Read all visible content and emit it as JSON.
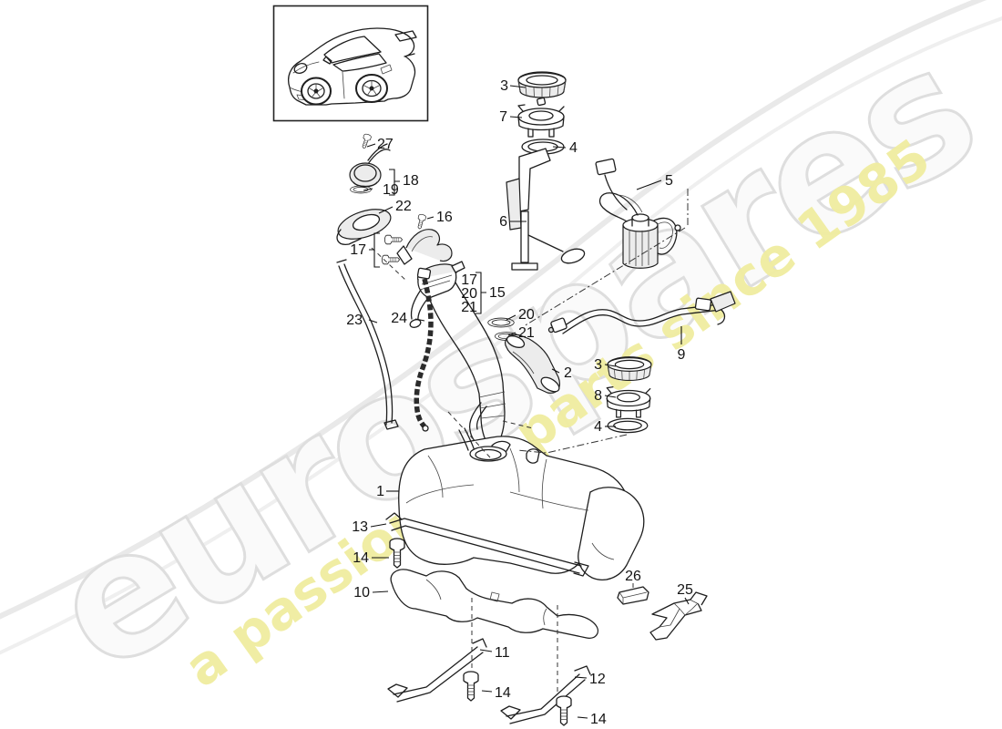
{
  "watermark": {
    "brand": "eurospares",
    "tagline": "a passion for parts since 1985",
    "brand_fill": "#fafafa",
    "brand_outline": "#dedede",
    "tagline_color": "#f0eda0"
  },
  "callouts": [
    {
      "label": "1"
    },
    {
      "label": "2"
    },
    {
      "label": "3"
    },
    {
      "label": "3"
    },
    {
      "label": "4"
    },
    {
      "label": "4"
    },
    {
      "label": "5"
    },
    {
      "label": "6"
    },
    {
      "label": "7"
    },
    {
      "label": "8"
    },
    {
      "label": "9"
    },
    {
      "label": "10"
    },
    {
      "label": "11"
    },
    {
      "label": "12"
    },
    {
      "label": "13"
    },
    {
      "label": "14"
    },
    {
      "label": "14"
    },
    {
      "label": "14"
    },
    {
      "label": "15"
    },
    {
      "label": "16"
    },
    {
      "label": "17"
    },
    {
      "label": "17"
    },
    {
      "label": "18"
    },
    {
      "label": "19"
    },
    {
      "label": "20"
    },
    {
      "label": "20"
    },
    {
      "label": "21"
    },
    {
      "label": "21"
    },
    {
      "label": "22"
    },
    {
      "label": "23"
    },
    {
      "label": "24"
    },
    {
      "label": "25"
    },
    {
      "label": "26"
    },
    {
      "label": "27"
    }
  ]
}
